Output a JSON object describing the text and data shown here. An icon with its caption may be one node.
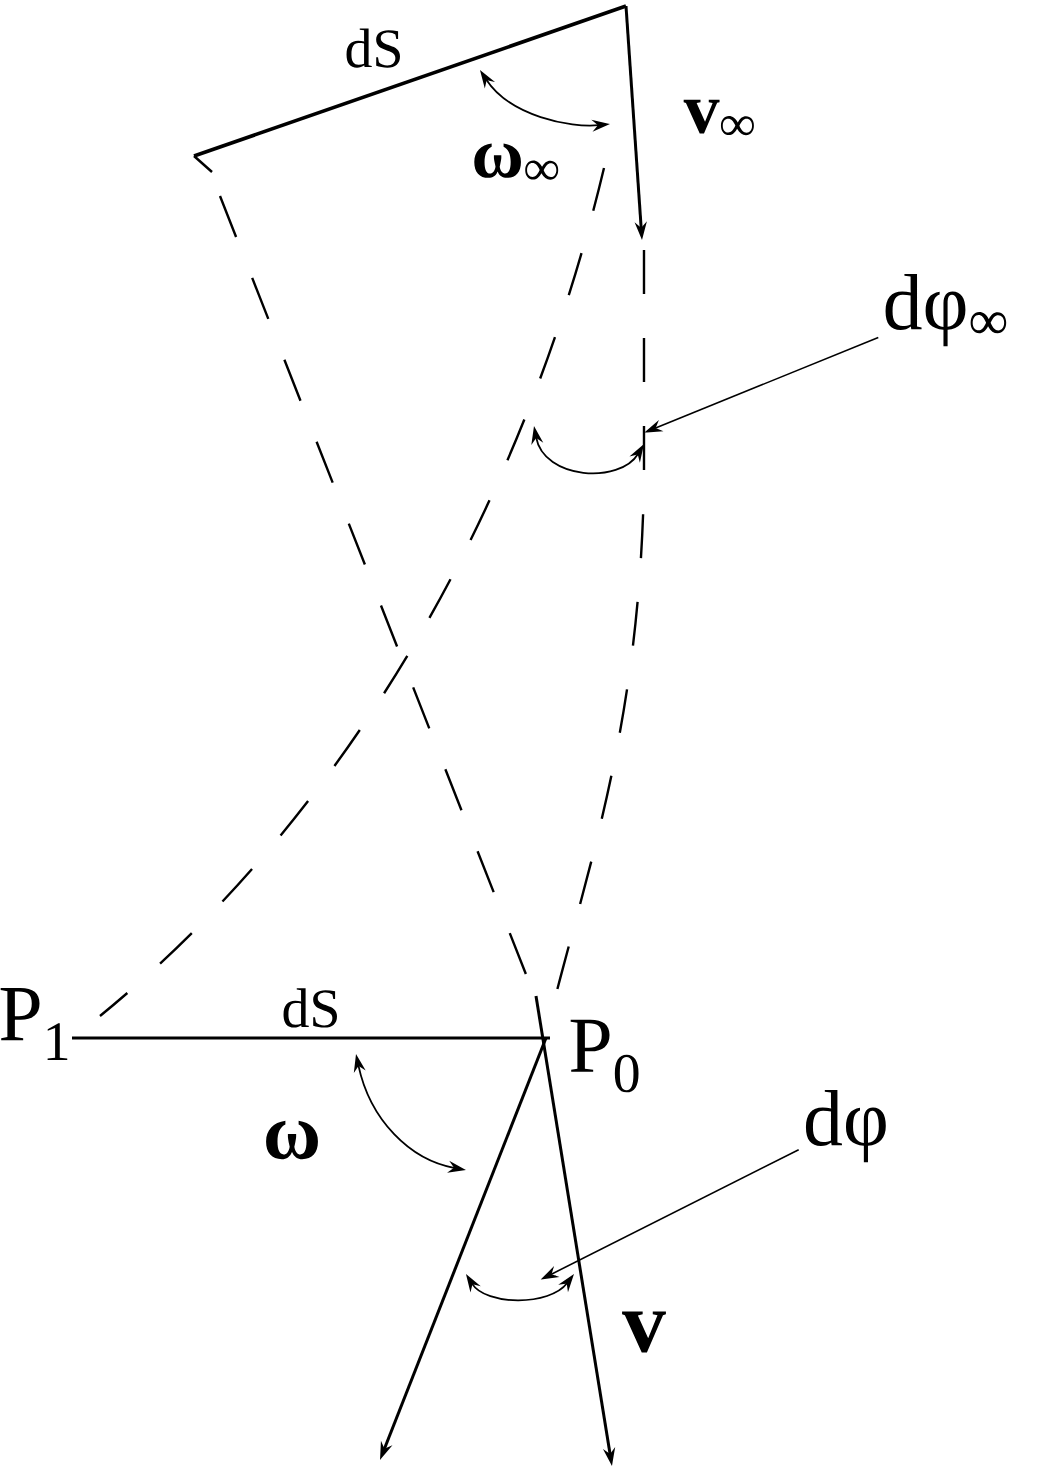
{
  "diagram": {
    "nodes": [
      {
        "text": [
          "P$_{1}$"
        ]
      },
      {
        "text": [
          "P$_{0}$"
        ]
      },
      {
        "text": [
          "dφ$_{∞}$"
        ]
      },
      {
        "text": [
          "dφ"
        ]
      },
      {
        "text": [],
        "shape": "arc"
      },
      {
        "text": [],
        "shape": "arc"
      }
    ],
    "edges": [
      {
        "from": 0,
        "to": 1,
        "arrow": "none",
        "label": "dS"
      },
      {
        "from": 2,
        "to": 4,
        "arrow": "to"
      },
      {
        "from": 3,
        "to": 5,
        "arrow": "to"
      }
    ],
    "labels": [
      "dS",
      "ω$_{∞}$",
      "v$_{∞}$",
      "ω",
      "v"
    ]
  }
}
